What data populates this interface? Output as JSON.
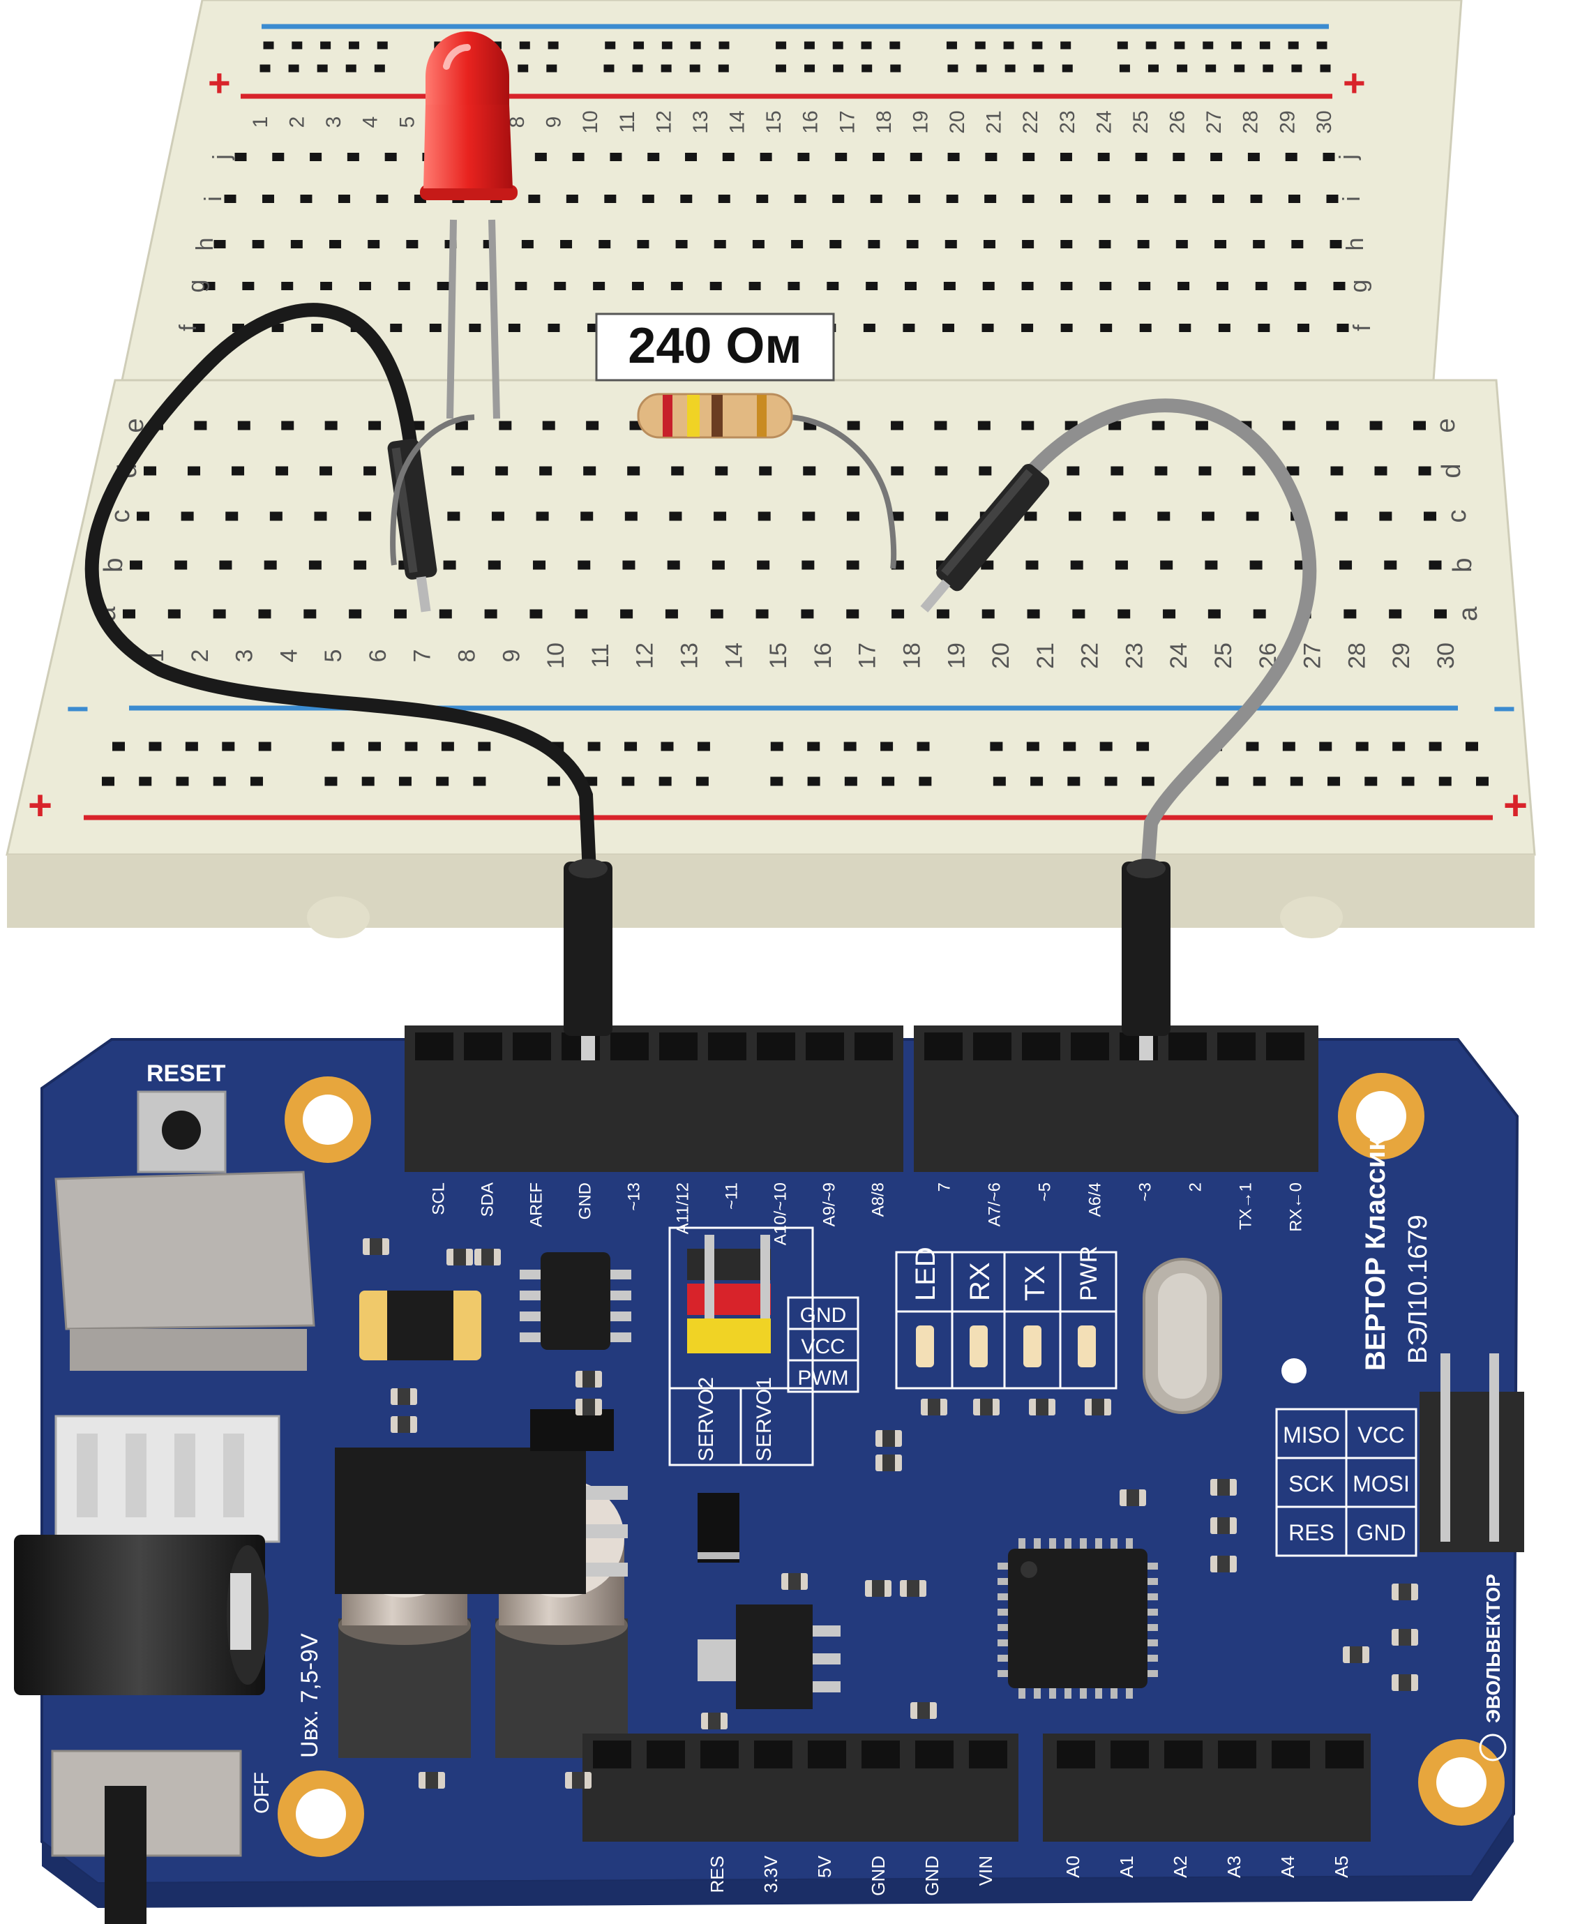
{
  "resistor_label": "240 Ом",
  "breadboard": {
    "plus": "+",
    "minus": "−",
    "column_numbers": [
      "1",
      "2",
      "3",
      "4",
      "5",
      "6",
      "7",
      "8",
      "9",
      "10",
      "11",
      "12",
      "13",
      "14",
      "15",
      "16",
      "17",
      "18",
      "19",
      "20",
      "21",
      "22",
      "23",
      "24",
      "25",
      "26",
      "27",
      "28",
      "29",
      "30"
    ],
    "upper_rows": [
      "j",
      "i",
      "h",
      "g",
      "f"
    ],
    "lower_rows": [
      "e",
      "d",
      "c",
      "b",
      "a"
    ]
  },
  "board": {
    "reset": "RESET",
    "title": "ВЕРТОР Классик",
    "model": "ВЭЛ10.1679",
    "brand": "ЭВОЛЬВЕКТОР",
    "power_input": "Uвх. 7,5-9V",
    "off": "OFF",
    "top_left_header_pins": [
      "SCL",
      "SDA",
      "AREF",
      "GND",
      "~13",
      "A11/12",
      "~11",
      "A10/~10",
      "A9/~9",
      "A8/8"
    ],
    "top_right_header_pins": [
      "7",
      "A7/~6",
      "~5",
      "A6/4",
      "~3",
      "2",
      "TX→1",
      "RX←0"
    ],
    "bottom_left_header_pins": [
      "RES",
      "3.3V",
      "5V",
      "GND",
      "GND",
      "VIN"
    ],
    "bottom_right_header_pins": [
      "A0",
      "A1",
      "A2",
      "A3",
      "A4",
      "A5"
    ],
    "servo_labels": [
      "GND",
      "VCC",
      "PWM"
    ],
    "servo_ports": [
      "SERVO2",
      "SERVO1"
    ],
    "leds": [
      "LED",
      "RX",
      "TX",
      "PWR"
    ],
    "icsp": [
      "MISO",
      "VCC",
      "SCK",
      "MOSI",
      "RES",
      "GND"
    ]
  },
  "colors": {
    "breadboard": "#ecebd8",
    "pcb": "#233a7d",
    "plus_rail": "#d8232a",
    "minus_rail": "#3b8bd0",
    "led": "#e8231f",
    "wire_black": "#1a1a1a",
    "wire_gray": "#8f8f8f",
    "gold_pad": "#e7a63d"
  }
}
